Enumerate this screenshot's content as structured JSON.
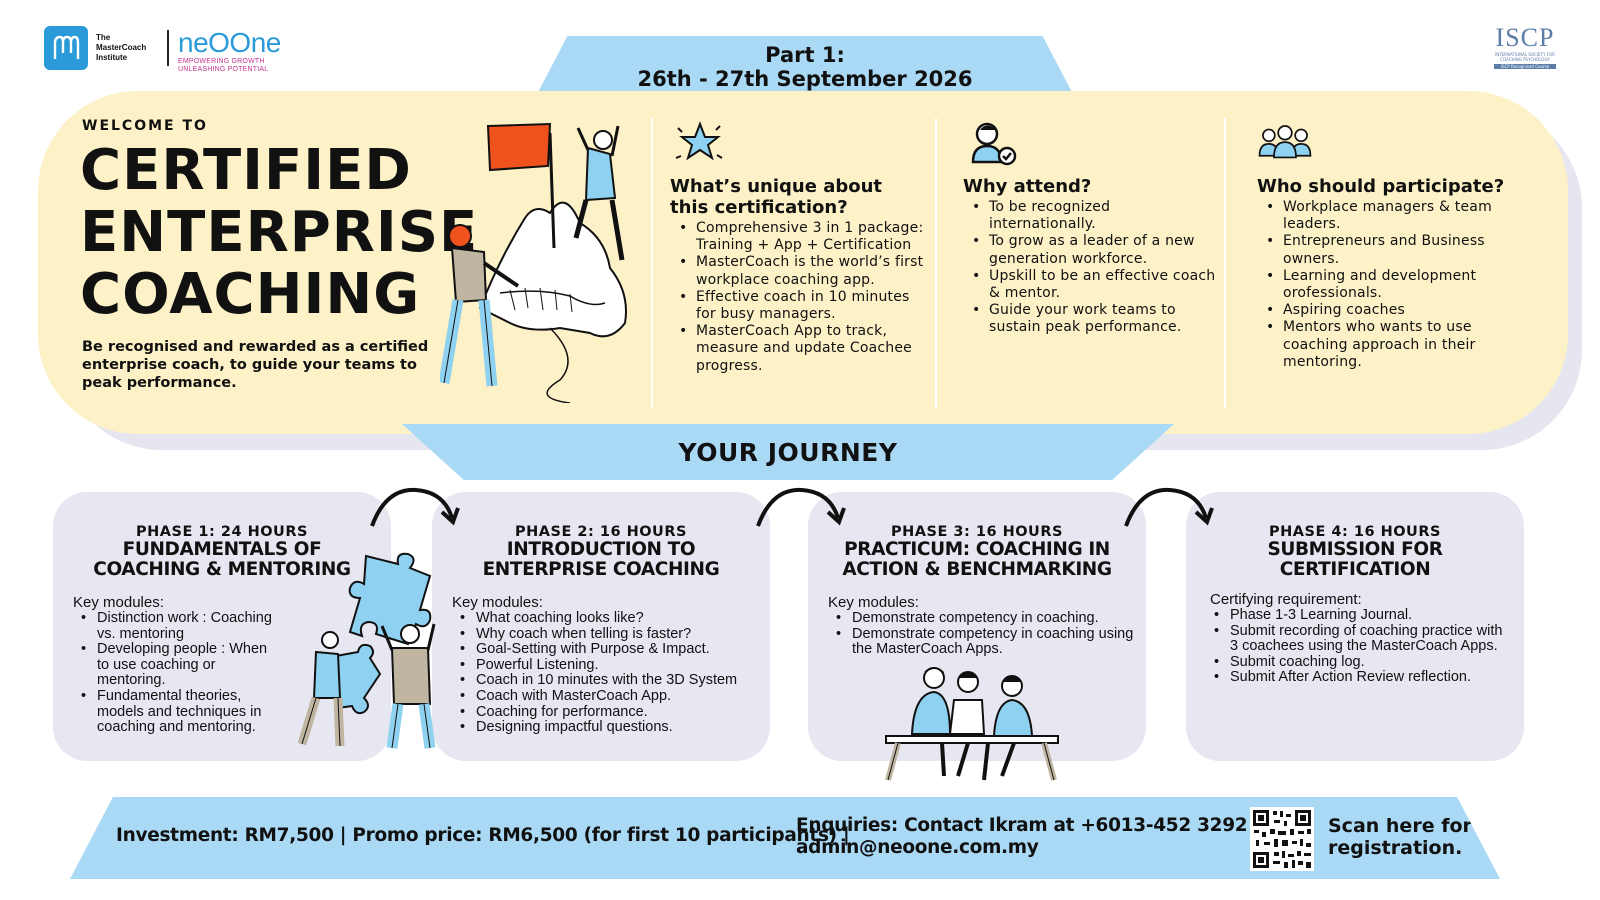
{
  "header": {
    "mastercoach_logo_text": "The MasterCoach Institute",
    "neoone_logo_text": "neOOne",
    "neoone_tagline_1": "EMPOWERING GROWTH",
    "neoone_tagline_2": "UNLEASHING POTENTIAL",
    "isop_logo_text": "ISCP",
    "isop_logo_small": "INTERNATIONAL SOCIETY FOR COACHING PSYCHOLOGY",
    "isop_logo_bar": "ISCP Recognised Course"
  },
  "date_banner": {
    "part": "Part 1:",
    "dates": "26th - 27th September 2026"
  },
  "hero": {
    "welcome": "WELCOME TO",
    "title_line1": "CERTIFIED",
    "title_line2": "ENTERPRISE",
    "title_line3": "COACHING",
    "subtitle": "Be recognised and rewarded as a certified enterprise coach, to guide your teams to peak performance."
  },
  "unique": {
    "icon": "star-icon",
    "heading_line1": "What’s unique about",
    "heading_line2": "this certification?",
    "items": [
      "Comprehensive 3 in 1 package: Training + App  + Certification",
      "MasterCoach is the world’s first workplace coaching app.",
      "Effective coach in 10 minutes for busy managers.",
      "MasterCoach App to track, measure and update Coachee progress."
    ]
  },
  "why": {
    "icon": "person-check-icon",
    "heading": "Why attend?",
    "items": [
      "To be recognized internationally.",
      "To grow as a leader of a new generation workforce.",
      "Upskill to be an effective coach & mentor.",
      "Guide your work teams to sustain peak performance."
    ]
  },
  "who": {
    "icon": "group-icon",
    "heading": "Who should participate?",
    "items": [
      "Workplace managers & team leaders.",
      "Entrepreneurs and Business owners.",
      "Learning and development orofessionals.",
      "Aspiring coaches",
      "Mentors who wants to use coaching approach in their mentoring."
    ]
  },
  "journey": {
    "label": "YOUR JOURNEY"
  },
  "phases": [
    {
      "hours": "PHASE 1: 24 HOURS",
      "title_line1": "FUNDAMENTALS OF",
      "title_line2": "COACHING & MENTORING",
      "lead": "Key modules:",
      "items": [
        "Distinction work : Coaching vs. mentoring",
        "Developing people : When to use coaching or mentoring.",
        "Fundamental theories, models and techniques in coaching and mentoring."
      ]
    },
    {
      "hours": "PHASE 2: 16 HOURS",
      "title_line1": "INTRODUCTION TO",
      "title_line2": "ENTERPRISE COACHING",
      "lead": "Key modules:",
      "items": [
        "What coaching looks like?",
        "Why coach when telling is faster?",
        "Goal-Setting with Purpose & Impact.",
        "Powerful Listening.",
        "Coach in 10 minutes with the 3D System",
        "Coach with MasterCoach App.",
        "Coaching for performance.",
        "Designing impactful questions."
      ]
    },
    {
      "hours": "PHASE 3: 16 HOURS",
      "title_line1": "PRACTICUM: COACHING IN",
      "title_line2": "ACTION & BENCHMARKING",
      "lead": "Key modules:",
      "items": [
        "Demonstrate competency in coaching.",
        "Demonstrate competency in coaching using the MasterCoach Apps."
      ]
    },
    {
      "hours": "PHASE 4: 16 HOURS",
      "title_line1": "SUBMISSION FOR",
      "title_line2": "CERTIFICATION",
      "lead": "Certifying requirement:",
      "items": [
        "Phase 1-3 Learning Journal.",
        "Submit recording of coaching practice with 3 coachees using the MasterCoach Apps.",
        "Submit coaching log.",
        "Submit After Action Review reflection."
      ]
    }
  ],
  "footer": {
    "price": "Investment: RM7,500  |  Promo price: RM6,500 (for first 10 participants)  |",
    "enquiry_line1": "Enquiries: Contact Ikram at +6013-452 3292 or",
    "enquiry_line2": "admin@neoone.com.my",
    "scan_line1": "Scan here for",
    "scan_line2": "registration."
  },
  "colors": {
    "hero_bg": "#fdf1c7",
    "banner_blue": "#aad9f5",
    "phase_bg": "#e7e7f1",
    "brand_blue": "#2a9bd8",
    "brand_pink": "#c2338a",
    "illustration_blue": "#8fd1f0"
  }
}
